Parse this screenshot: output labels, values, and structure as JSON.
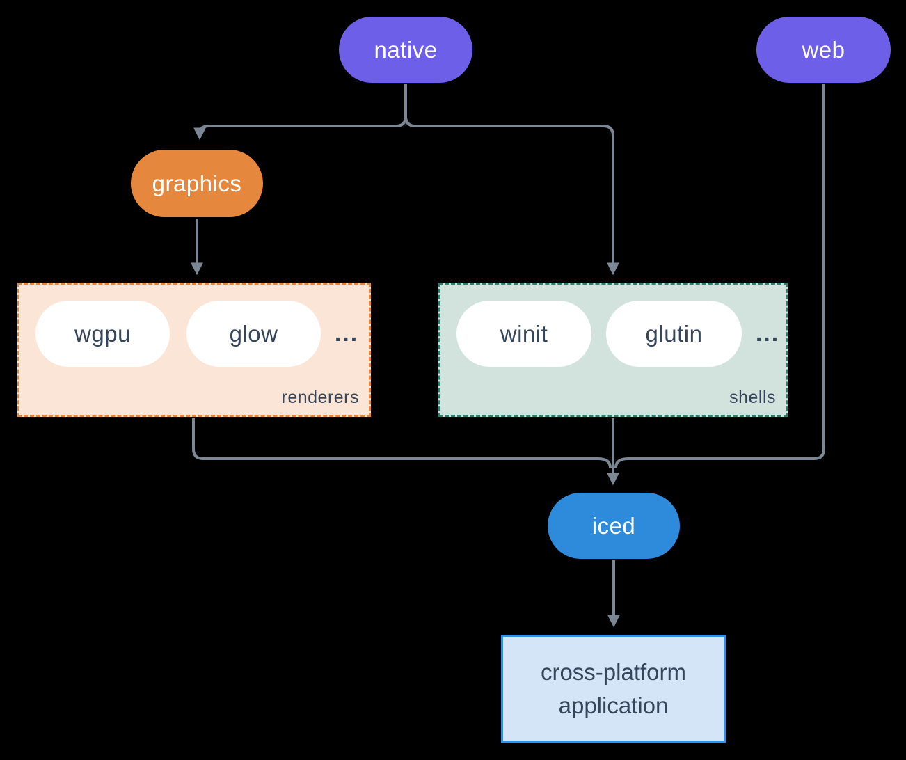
{
  "diagram": {
    "background": "#000000",
    "connector_color": "#7B8794",
    "text_dark": "#35465A",
    "nodes": {
      "native": {
        "label": "native",
        "color": "#6E5FE8",
        "text_color": "#FFFFFF"
      },
      "web": {
        "label": "web",
        "color": "#6E5FE8",
        "text_color": "#FFFFFF"
      },
      "graphics": {
        "label": "graphics",
        "color": "#E5873D",
        "text_color": "#FFFFFF"
      },
      "iced": {
        "label": "iced",
        "color": "#2E8BDB",
        "text_color": "#FFFFFF"
      },
      "application": {
        "label": "cross-platform application",
        "fill": "#D4E5F7",
        "border": "#3B8DDE",
        "text_color": "#35465A"
      }
    },
    "groups": {
      "renderers": {
        "label": "renderers",
        "fill": "#FAE5D6",
        "border": "#E0873F",
        "items": [
          {
            "label": "wgpu"
          },
          {
            "label": "glow"
          }
        ],
        "ellipsis": "..."
      },
      "shells": {
        "label": "shells",
        "fill": "#D2E2DC",
        "border": "#2E7D6E",
        "items": [
          {
            "label": "winit"
          },
          {
            "label": "glutin"
          }
        ],
        "ellipsis": "..."
      }
    }
  }
}
